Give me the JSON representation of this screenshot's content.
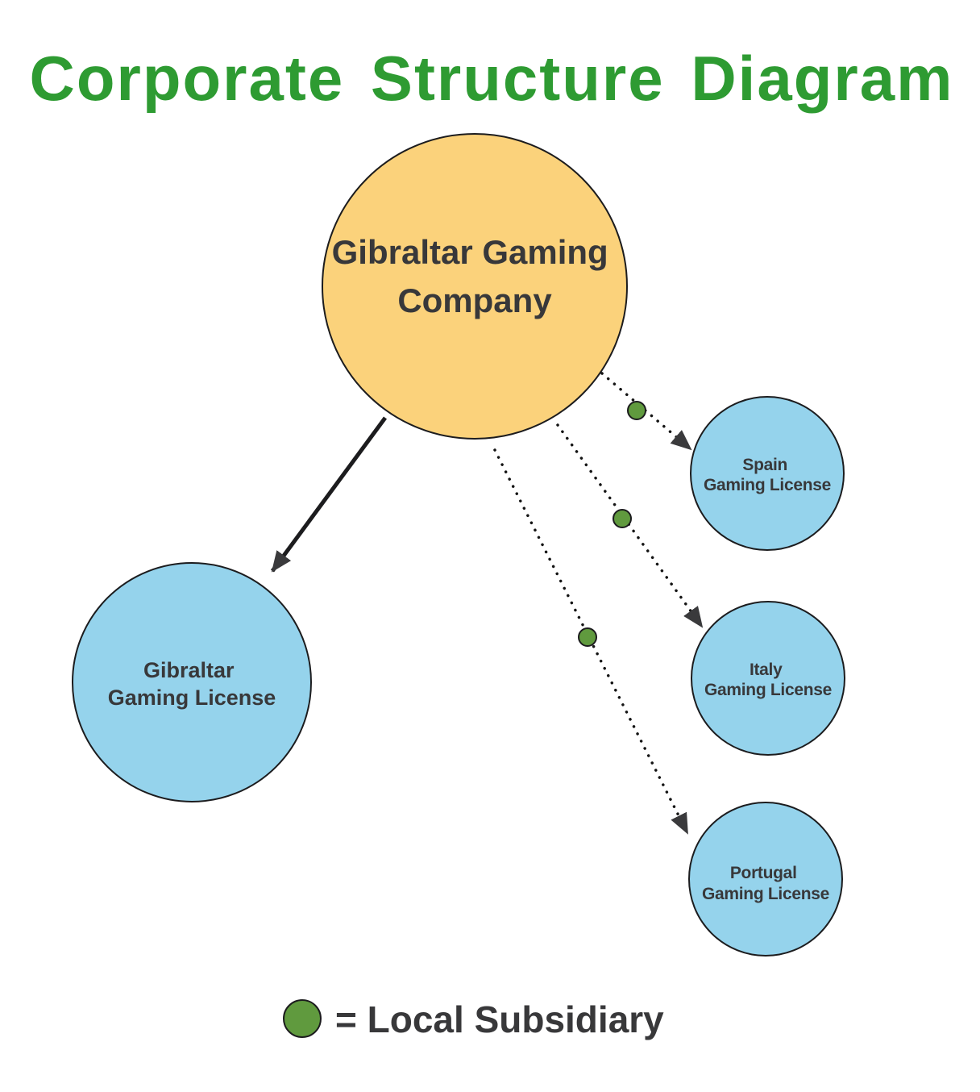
{
  "title": {
    "text": "Corporate Structure Diagram",
    "color": "#2E9B32"
  },
  "nodes": {
    "main": {
      "line1": "Gibraltar Gaming",
      "line2": "Company",
      "fill": "#FBD27B"
    },
    "gibraltar_license": {
      "line1": "Gibraltar",
      "line2": "Gaming License",
      "fill": "#95D3EC"
    },
    "spain_license": {
      "line1": "Spain",
      "line2": "Gaming License",
      "fill": "#95D3EC"
    },
    "italy_license": {
      "line1": "Italy",
      "line2": "Gaming License",
      "fill": "#95D3EC"
    },
    "portugal_license": {
      "line1": "Portugal",
      "line2": "Gaming License",
      "fill": "#95D3EC"
    }
  },
  "edges": [
    {
      "from": "Gibraltar Gaming Company",
      "to": "Gibraltar Gaming License",
      "style": "solid",
      "via_local_subsidiary": false
    },
    {
      "from": "Gibraltar Gaming Company",
      "to": "Spain Gaming License",
      "style": "dotted",
      "via_local_subsidiary": true
    },
    {
      "from": "Gibraltar Gaming Company",
      "to": "Italy Gaming License",
      "style": "dotted",
      "via_local_subsidiary": true
    },
    {
      "from": "Gibraltar Gaming Company",
      "to": "Portugal Gaming License",
      "style": "dotted",
      "via_local_subsidiary": true
    }
  ],
  "legend": {
    "text": "= Local Subsidiary",
    "dot_color": "#609A3E"
  },
  "colors": {
    "outline": "#1C1C1E",
    "arrowhead": "#3A3A3C",
    "node_text": "#38383A"
  }
}
